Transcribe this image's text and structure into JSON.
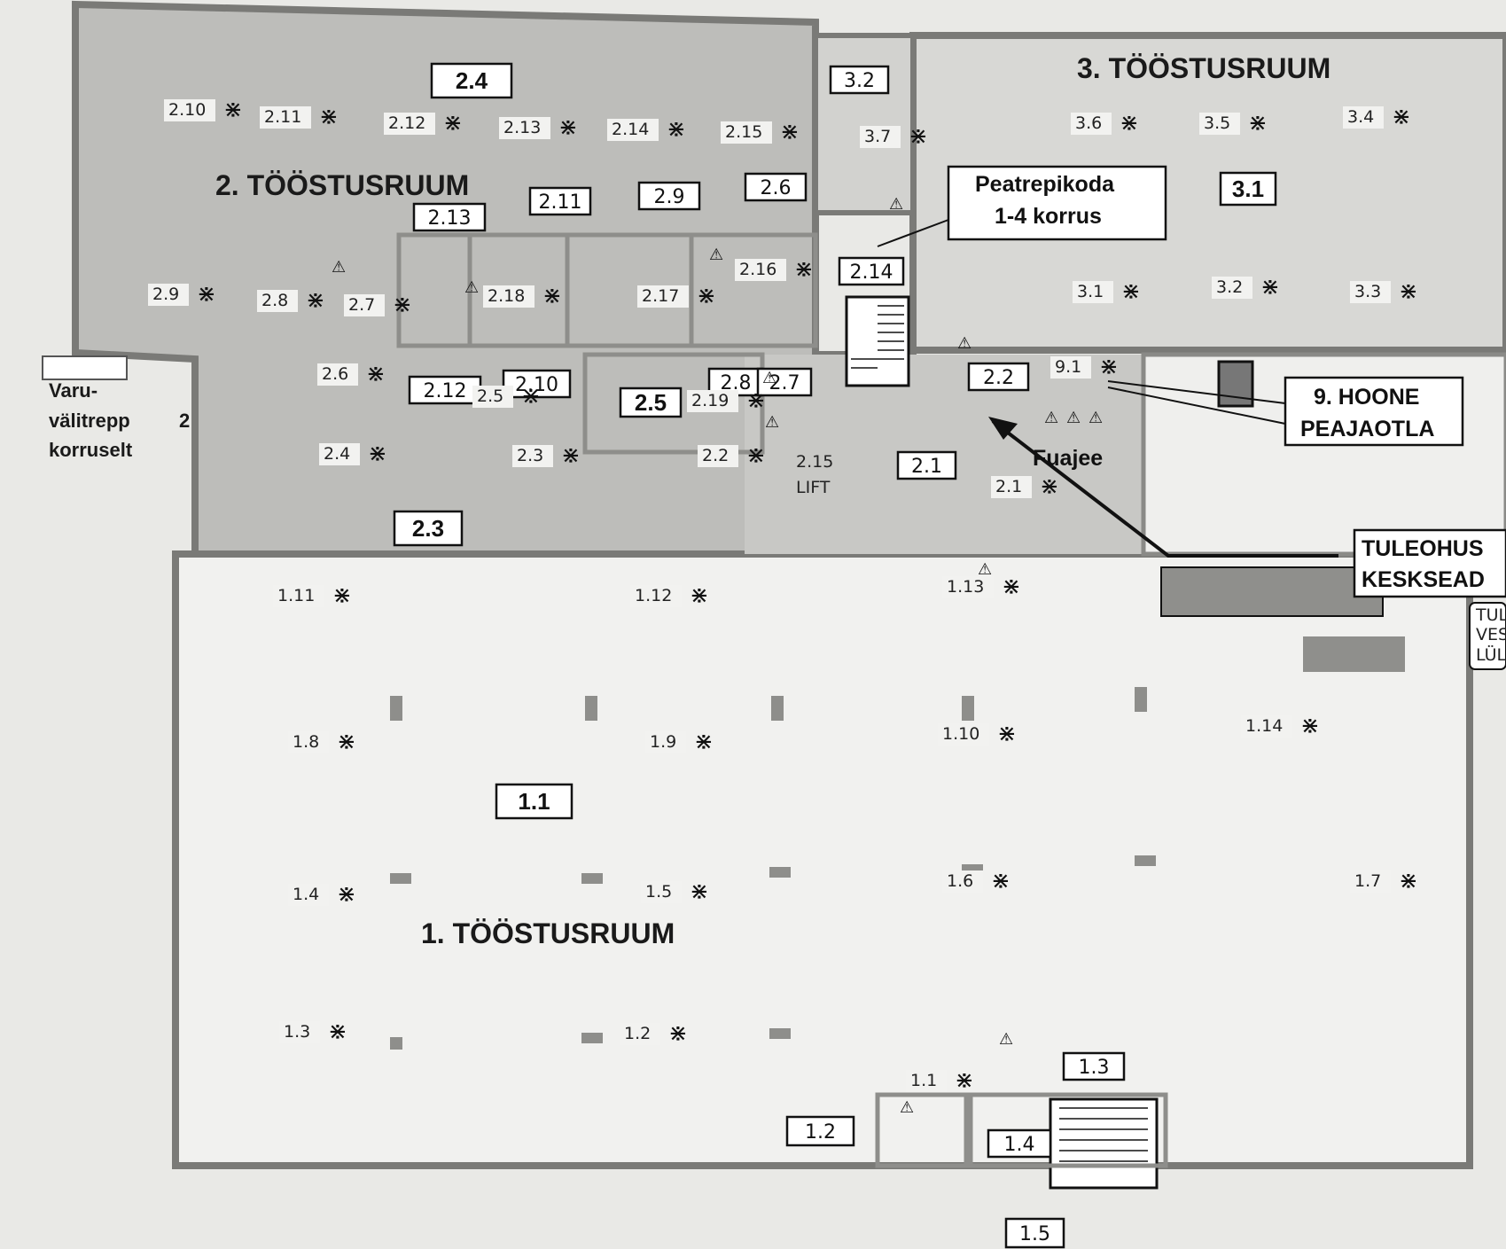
{
  "colors": {
    "paper": "#e9e9e6",
    "room1_floor": "#f3f3f1",
    "room2_floor": "#b9b9b6",
    "room3_floor": "#dcdcda",
    "walls": "#7d7d7a",
    "ink": "#111111"
  },
  "rooms": {
    "room1": "1. TÖÖSTUSRUUM",
    "room2": "2. TÖÖSTUSRUUM",
    "room3": "3. TÖÖSTUSRUUM"
  },
  "stairs_note": {
    "line1": "Varu-",
    "line2": "välitrepp",
    "line3": "korruselt",
    "floor": "2"
  },
  "callouts": {
    "main_stair": {
      "line1": "Peatrepikoda",
      "line2": "1-4 korrus"
    },
    "main_panel": {
      "line1": "9. HOONE",
      "line2": "PEAJAOTLA"
    },
    "fire_alarm": {
      "line1": "TULEOHUS",
      "line2": "KESKSEAD"
    },
    "fire_water": {
      "line1": "TUL",
      "line2": "VES",
      "line3": "LÜL"
    },
    "foyer": "Fuajee",
    "lift": {
      "line1": "2.15",
      "line2": "LIFT"
    }
  },
  "boxed_labels": [
    "2.4",
    "3.2",
    "3.1",
    "2.13",
    "2.11",
    "2.9",
    "2.6",
    "2.14",
    "2.12",
    "2.10",
    "2.5",
    "2.8",
    "2.7",
    "2.2",
    "2.3",
    "2.1",
    "1.1",
    "1.2",
    "1.3",
    "1.4",
    "1.5"
  ],
  "sensor_labels": {
    "top_row": [
      "2.10",
      "2.11",
      "2.12",
      "2.13",
      "2.14",
      "2.15"
    ],
    "room3_top": [
      "3.6",
      "3.5",
      "3.4"
    ],
    "r3_7": "3.7",
    "room3_mid": [
      "3.1",
      "3.2",
      "3.3"
    ],
    "room2_mid": [
      "2.9",
      "2.8",
      "2.7",
      "2.18",
      "2.17",
      "2.16"
    ],
    "room2_low": [
      "2.6",
      "2.5",
      "2.19",
      "9.1"
    ],
    "room2_bottom": [
      "2.4",
      "2.3",
      "2.2",
      "2.1"
    ],
    "room1_r1": [
      "1.11",
      "1.12",
      "1.13"
    ],
    "room1_r2": [
      "1.8",
      "1.9",
      "1.10",
      "1.14"
    ],
    "room1_r3": [
      "1.4",
      "1.5",
      "1.6",
      "1.7"
    ],
    "room1_r4": [
      "1.3",
      "1.2",
      "1.1"
    ]
  },
  "sensor_symbol": "⋇",
  "warning_symbol": "⚠"
}
